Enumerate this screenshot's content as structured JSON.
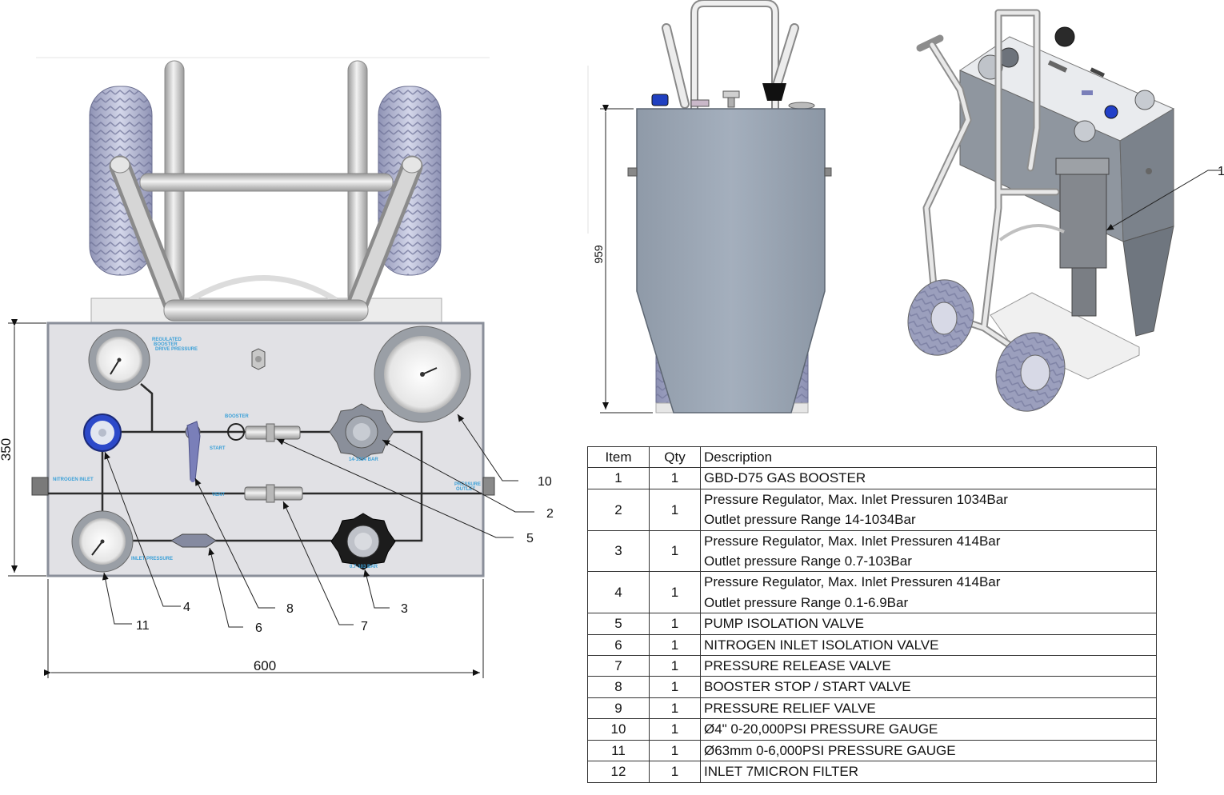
{
  "dimensions": {
    "height": "350",
    "width": "600",
    "overall_height": "959"
  },
  "panel_labels": {
    "regulated": "REGULATED",
    "booster": "BOOSTER",
    "drive_pressure": "DRIVE PRESSURE",
    "booster_label": "BOOSTER",
    "start": "START",
    "vent": "VENT",
    "nitrogen_inlet": "NITROGEN  INLET",
    "pressure": "PRESSURE",
    "outlet": "OUTLET",
    "inlet_pressure": "INLET  PRESSURE",
    "range_14": "14-1034 BAR",
    "range_07": "0.7-103 BAR"
  },
  "callouts": [
    "10",
    "2",
    "5",
    "4",
    "8",
    "6",
    "7",
    "3",
    "11",
    "1"
  ],
  "bom": {
    "headers": [
      "Item",
      "Qty",
      "Description"
    ],
    "rows": [
      {
        "item": "1",
        "qty": "1",
        "desc": [
          "GBD-D75 GAS BOOSTER"
        ]
      },
      {
        "item": "2",
        "qty": "1",
        "desc": [
          "Pressure Regulator, Max. Inlet Pressuren 1034Bar",
          "Outlet pressure Range 14-1034Bar"
        ]
      },
      {
        "item": "3",
        "qty": "1",
        "desc": [
          "Pressure Regulator, Max. Inlet Pressuren 414Bar",
          "Outlet pressure Range 0.7-103Bar"
        ]
      },
      {
        "item": "4",
        "qty": "1",
        "desc": [
          "Pressure Regulator, Max. Inlet Pressuren 414Bar",
          "Outlet pressure Range 0.1-6.9Bar"
        ]
      },
      {
        "item": "5",
        "qty": "1",
        "desc": [
          "PUMP ISOLATION VALVE"
        ]
      },
      {
        "item": "6",
        "qty": "1",
        "desc": [
          "NITROGEN INLET ISOLATION VALVE"
        ]
      },
      {
        "item": "7",
        "qty": "1",
        "desc": [
          "PRESSURE RELEASE VALVE"
        ]
      },
      {
        "item": "8",
        "qty": "1",
        "desc": [
          "BOOSTER STOP / START VALVE"
        ]
      },
      {
        "item": "9",
        "qty": "1",
        "desc": [
          "PRESSURE RELIEF VALVE"
        ]
      },
      {
        "item": "10",
        "qty": "1",
        "desc": [
          "Ø4\" 0-20,000PSI PRESSURE GAUGE"
        ]
      },
      {
        "item": "11",
        "qty": "1",
        "desc": [
          "Ø63mm 0-6,000PSI PRESSURE GAUGE"
        ]
      },
      {
        "item": "12",
        "qty": "1",
        "desc": [
          "INLET 7MICRON FILTER"
        ]
      }
    ]
  }
}
